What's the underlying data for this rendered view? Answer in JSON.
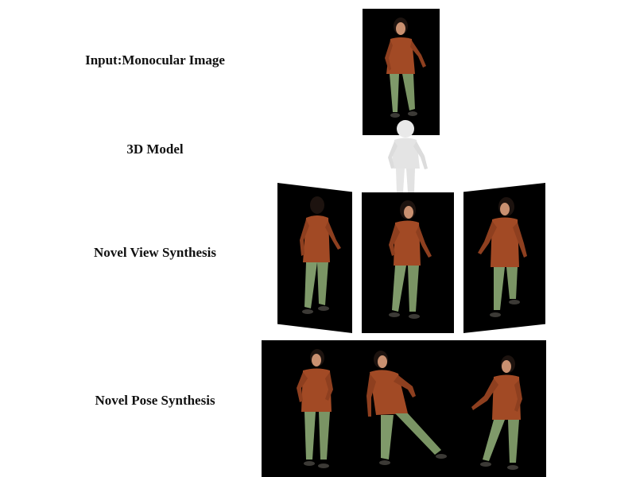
{
  "labels": {
    "input": "Input:Monocular Image",
    "model": "3D Model",
    "novel_view": "Novel View Synthesis",
    "novel_pose": "Novel Pose Synthesis"
  },
  "colors": {
    "background": "#ffffff",
    "panel": "#000000",
    "shirt": "#a24a25",
    "pants": "#7f9a6a",
    "skin": "#c99070",
    "hair": "#1d130f",
    "model": "#e9e9e9"
  },
  "images": {
    "input": "person-walking-photo",
    "model": "gray-3d-body-mesh",
    "novel_views": [
      "side-view-render",
      "front-view-render",
      "three-quarter-view-render"
    ],
    "novel_poses": [
      "standing-pose-render",
      "leaning-pose-render",
      "walking-pose-render"
    ]
  }
}
